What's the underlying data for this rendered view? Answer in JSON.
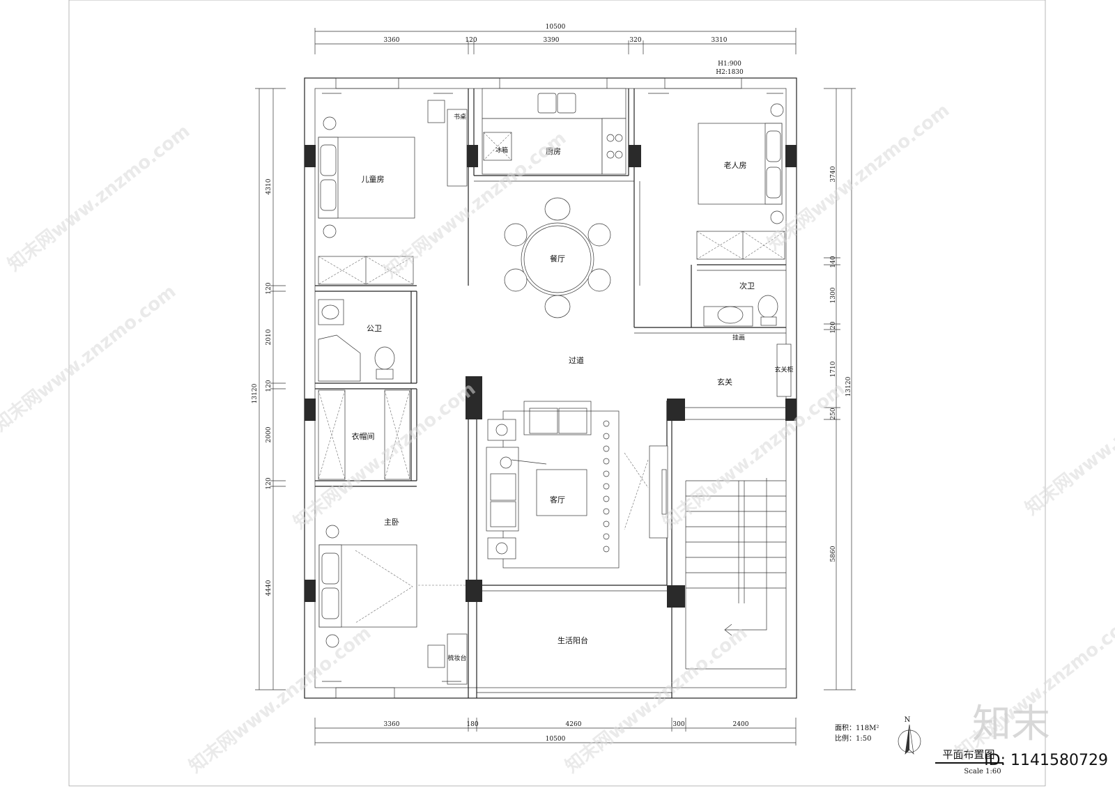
{
  "top_dims": {
    "total": "10500",
    "segments": [
      "3360",
      "120",
      "3390",
      "320",
      "3310"
    ]
  },
  "bottom_dims": {
    "total": "10500",
    "segments": [
      "3360",
      "180",
      "4260",
      "300",
      "2400"
    ]
  },
  "left_dims": {
    "total": "13120",
    "segments": [
      "4310",
      "120",
      "2010",
      "120",
      "2000",
      "120",
      "4440"
    ]
  },
  "right_dims": {
    "total": "13120",
    "segments": [
      "3740",
      "140",
      "1300",
      "120",
      "1710",
      "250",
      "5860"
    ]
  },
  "window_note": {
    "h1": "H1:900",
    "h2": "H2:1830"
  },
  "rooms": {
    "kids_room": "儿童房",
    "desk": "书桌",
    "fridge": "冰箱",
    "kitchen": "厨房",
    "elder_room": "老人房",
    "dining": "餐厅",
    "second_bath": "次卫",
    "painting": "挂画",
    "public_bath": "公卫",
    "corridor": "过道",
    "entrance": "玄关",
    "shoe_cabinet": "玄关柜",
    "cloakroom": "衣帽间",
    "living": "客厅",
    "master": "主卧",
    "dresser": "梳妆台",
    "balcony": "生活阳台"
  },
  "info": {
    "area": "面积：118M²",
    "ratio": "比例：1:50",
    "title": "平面布置图",
    "scale": "Scale 1:60",
    "north": "N"
  },
  "watermark": {
    "site": "知末网www.znzmo.com",
    "brand": "知末",
    "id": "ID: 1141580729"
  }
}
